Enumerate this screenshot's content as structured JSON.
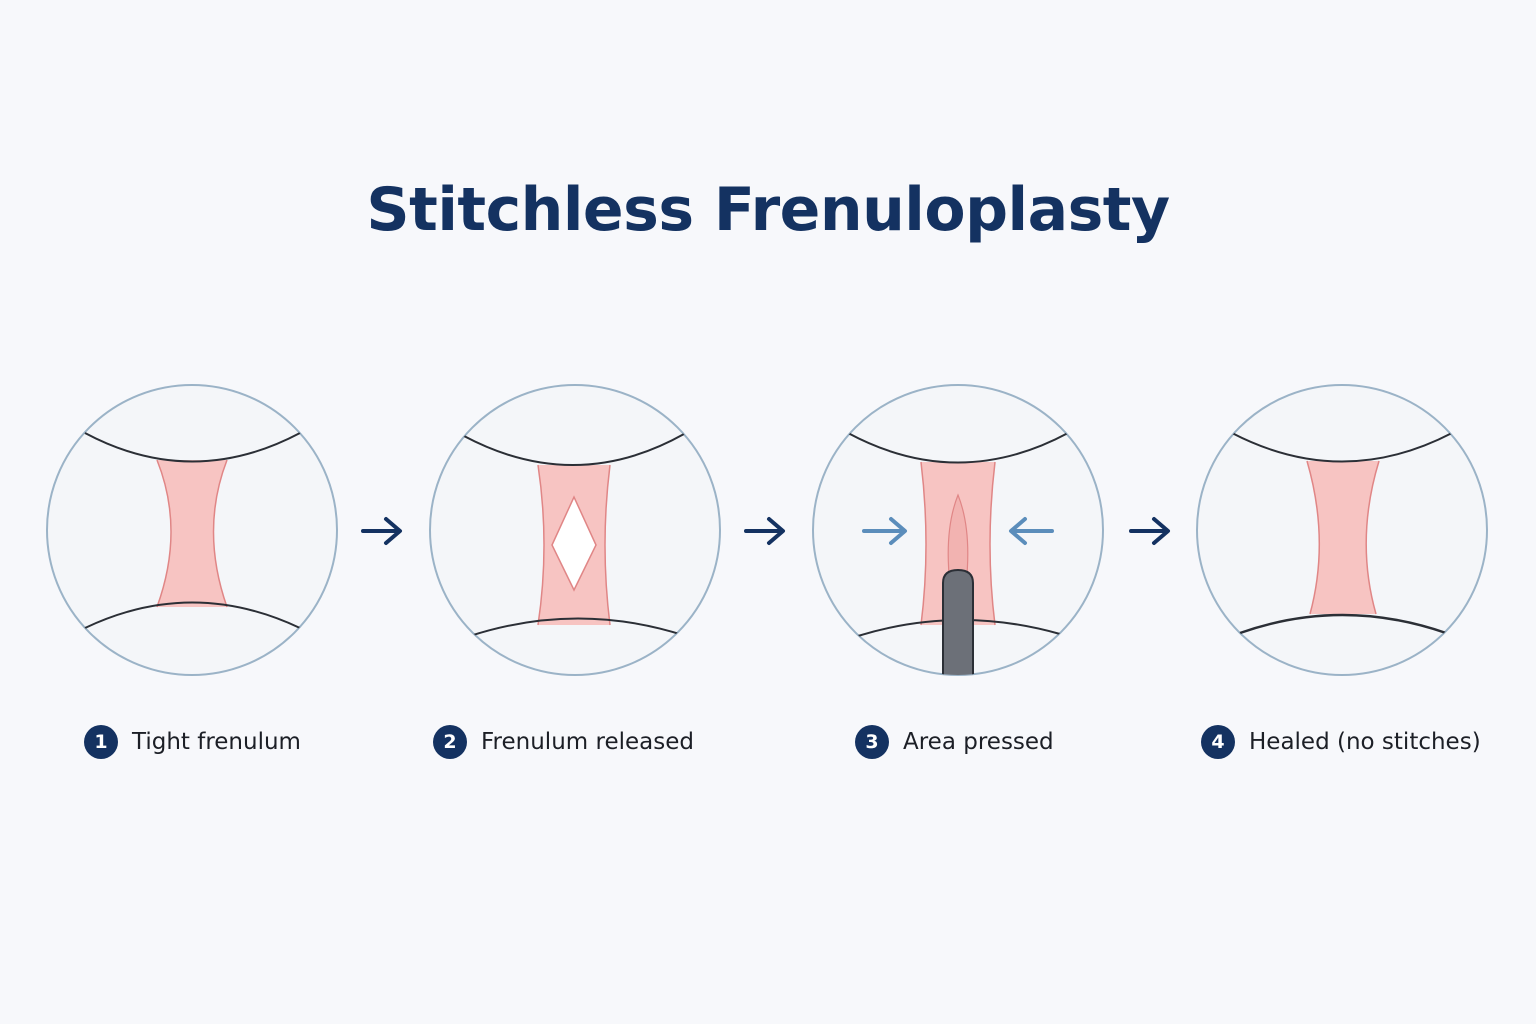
{
  "title": "Stitchless Frenuloplasty",
  "colors": {
    "title": "#143261",
    "badge": "#143261",
    "circle_border": "#9bb3c7",
    "circle_fill": "#f4f6f9",
    "frenulum_fill": "#f7c4c2",
    "frenulum_edge": "#e08686",
    "lip_line": "#2b2f36",
    "arrow": "#143261",
    "press_arrow": "#5b8dbb",
    "instrument": "#6c7078"
  },
  "steps": [
    {
      "number": "1",
      "label": "Tight frenulum",
      "icon": "tight-frenulum-illustration"
    },
    {
      "number": "2",
      "label": "Frenulum released",
      "icon": "released-frenulum-illustration"
    },
    {
      "number": "3",
      "label": "Area pressed",
      "icon": "pressed-area-illustration"
    },
    {
      "number": "4",
      "label": "Healed (no stitches)",
      "icon": "healed-frenulum-illustration"
    }
  ],
  "connector_icon": "arrow-right-icon"
}
